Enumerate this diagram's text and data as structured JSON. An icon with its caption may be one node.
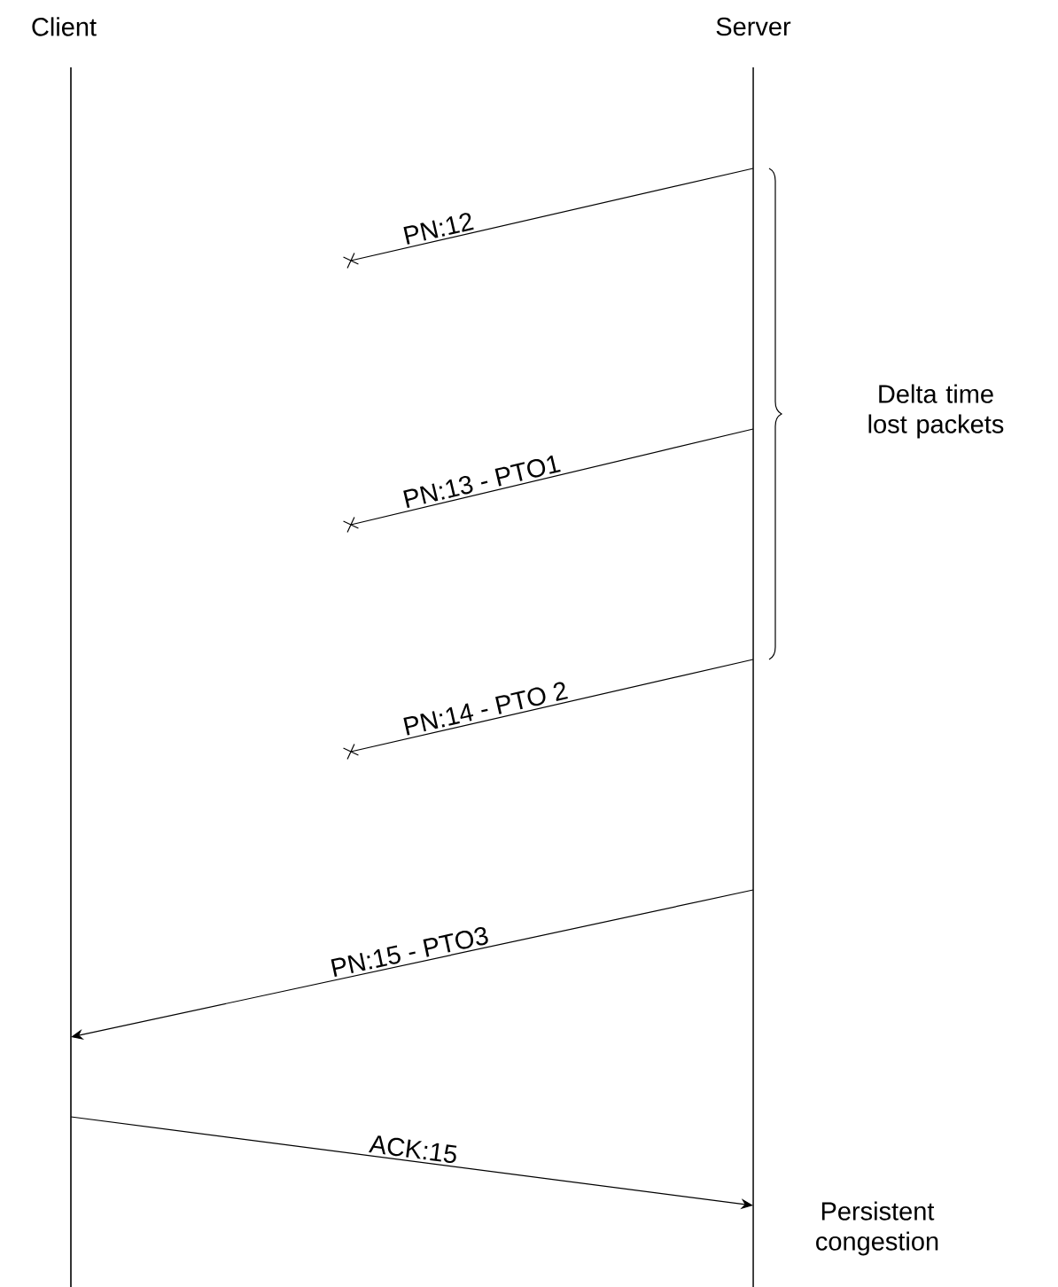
{
  "diagram": {
    "nodes": [
      {
        "text": [
          "Client"
        ]
      },
      {
        "text": [
          "Server"
        ]
      },
      {
        "text": [],
        "shape": "cross"
      },
      {
        "text": [],
        "shape": "cross"
      },
      {
        "text": [],
        "shape": "cross"
      }
    ],
    "edges": [
      {
        "from": 1,
        "to": 2,
        "arrow": "none",
        "label": "PN:12"
      },
      {
        "from": 1,
        "to": 3,
        "arrow": "none",
        "label": "PN:13 - PTO1"
      },
      {
        "from": 1,
        "to": 4,
        "arrow": "none",
        "label": "PN:14 - PTO 2"
      },
      {
        "from": 1,
        "to": 0,
        "arrow": "to",
        "label": "PN:15 - PTO3"
      },
      {
        "from": 0,
        "to": 1,
        "arrow": "to",
        "label": "ACK:15"
      }
    ],
    "labels": [
      "Delta time lost packets",
      "Persistent congestion"
    ]
  }
}
